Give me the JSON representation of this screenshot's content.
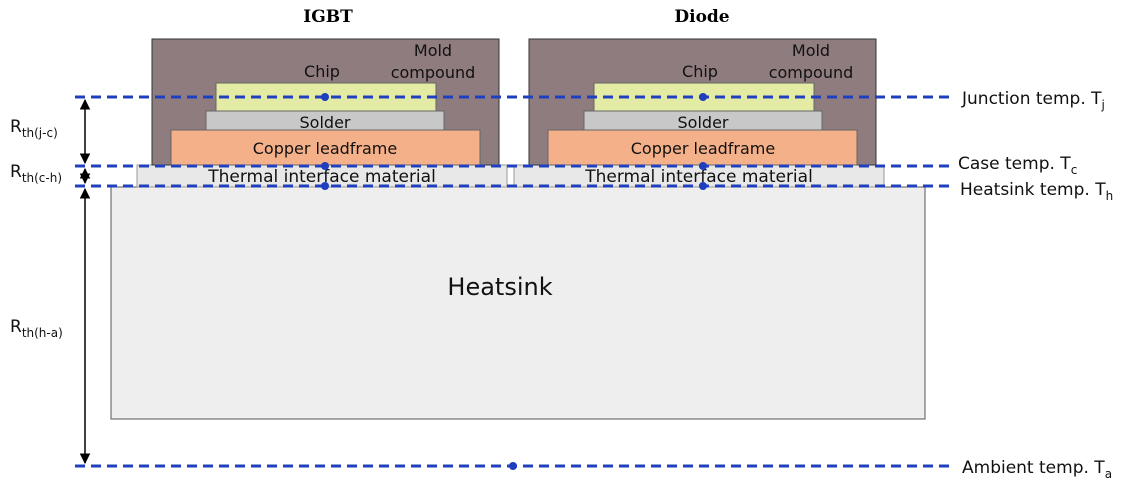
{
  "headers": {
    "left": "IGBT",
    "right": "Diode"
  },
  "module_labels": {
    "chip": "Chip",
    "mold": [
      "Mold",
      "compound"
    ],
    "solder": "Solder",
    "copper": "Copper leadframe",
    "tim": "Thermal interface material"
  },
  "heatsink_label": "Heatsink",
  "temperature_lines": [
    {
      "base": "Junction temp. T",
      "sub": "j"
    },
    {
      "base": "Case temp. T",
      "sub": "c"
    },
    {
      "base": "Heatsink temp. T",
      "sub": "h"
    },
    {
      "base": "Ambient temp. T",
      "sub": "a"
    }
  ],
  "resistances": [
    {
      "base": "R",
      "sub": "th(j-c)"
    },
    {
      "base": "R",
      "sub": "th(c-h)"
    },
    {
      "base": "R",
      "sub": "th(h-a)"
    }
  ],
  "colors": {
    "mold": "#8f7c7e",
    "chip": "#e4eba4",
    "solder": "#c8c8c8",
    "copper": "#f4b088",
    "tim": "#e8e8e8",
    "heatsink": "#eeeeee",
    "dashed_line": "#1f3fbf"
  }
}
